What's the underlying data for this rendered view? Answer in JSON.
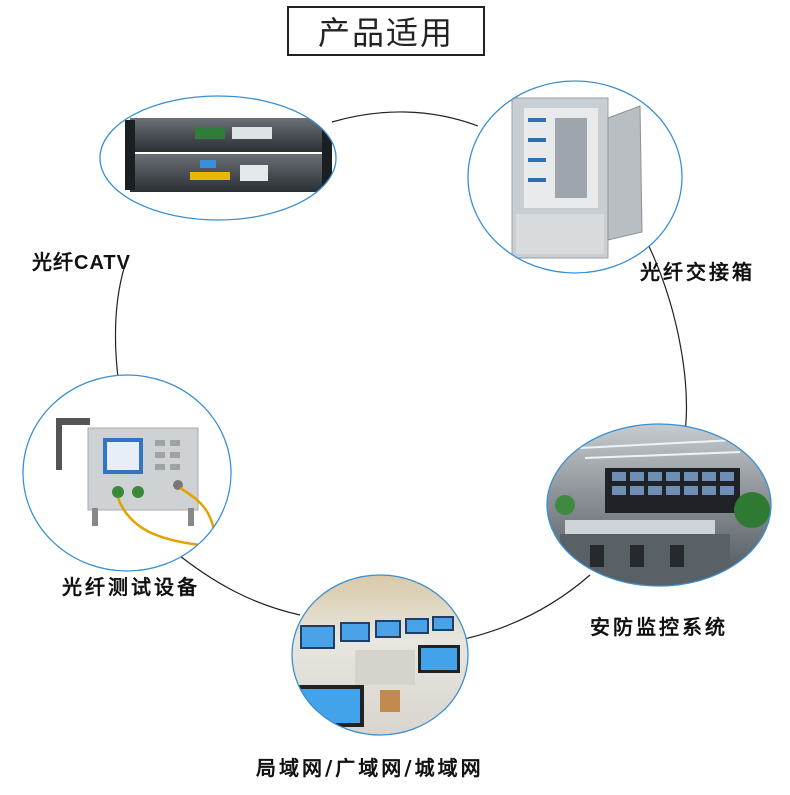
{
  "title": "产品适用",
  "items": [
    {
      "id": "catv",
      "label": "光纤CATV"
    },
    {
      "id": "cabinet",
      "label": "光纤交接箱"
    },
    {
      "id": "tester",
      "label": "光纤测试设备"
    },
    {
      "id": "security",
      "label": "安防监控系统"
    },
    {
      "id": "network",
      "label": "局域网/广域网/城域网"
    }
  ],
  "colors": {
    "ellipse_border": "#3a8fd0",
    "ring": "#222222"
  }
}
